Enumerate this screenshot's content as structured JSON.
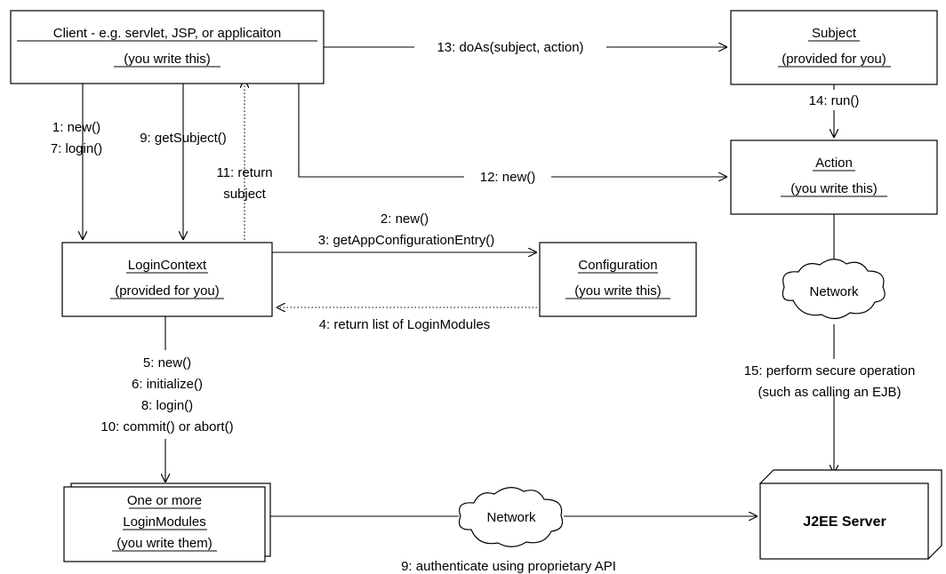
{
  "boxes": {
    "client": {
      "line1": "Client - e.g. servlet, JSP, or applicaiton",
      "line2": "(you write this)"
    },
    "subject": {
      "line1": "Subject",
      "line2": "(provided for you)"
    },
    "action": {
      "line1": "Action",
      "line2": "(you write this)"
    },
    "login_context": {
      "line1": "LoginContext",
      "line2": "(provided for you)"
    },
    "configuration": {
      "line1": "Configuration",
      "line2": "(you write this)"
    },
    "login_modules": {
      "line1": "One or more",
      "line2": "LoginModules",
      "line3": "(you write them)"
    },
    "j2ee_server": {
      "label": "J2EE Server"
    }
  },
  "clouds": {
    "network_right": "Network",
    "network_bottom": "Network"
  },
  "messages": {
    "m1": "1: new()",
    "m7": "7: login()",
    "m9_get_subject": "9: getSubject()",
    "m11a": "11: return",
    "m11b": "subject",
    "m12": "12: new()",
    "m13": "13:  doAs(subject, action)",
    "m14": "14: run()",
    "m2": "2: new()",
    "m3": "3: getAppConfigurationEntry()",
    "m4": "4: return list of LoginModules",
    "m5": "5: new()",
    "m6": "6: initialize()",
    "m8": "8: login()",
    "m10": "10: commit() or abort()",
    "m15a": "15: perform secure operation",
    "m15b": "(such as calling an EJB)",
    "m9_authenticate": "9: authenticate using proprietary API"
  }
}
